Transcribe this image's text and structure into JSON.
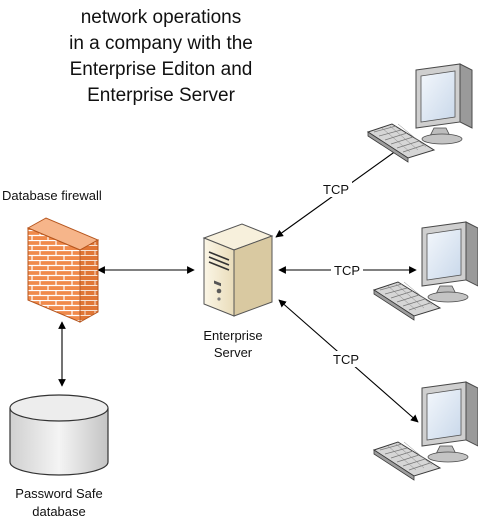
{
  "title": {
    "lines": [
      "network operations",
      "in a company with the",
      "Enterprise Editon and",
      "Enterprise Server"
    ]
  },
  "firewall": {
    "label": "Database firewall",
    "icon": "brick-firewall-icon"
  },
  "server": {
    "label_lines": [
      "Enterprise",
      "Server"
    ],
    "icon": "tower-server-icon"
  },
  "database": {
    "label_lines": [
      "Password Safe",
      "database"
    ],
    "icon": "database-cylinder-icon"
  },
  "clients": [
    {
      "icon": "desktop-computer-icon"
    },
    {
      "icon": "desktop-computer-icon"
    },
    {
      "icon": "desktop-computer-icon"
    }
  ],
  "connections": {
    "tcp_labels": [
      "TCP",
      "TCP",
      "TCP"
    ]
  },
  "colors": {
    "firewall_orange": "#f08a4b",
    "firewall_mortar": "#ffffff",
    "server_beige": "#f0e6cc",
    "monitor_gray": "#c8c8c8",
    "screen_blue": "#dfe9f5",
    "database_gray": "#e4e4e4"
  }
}
